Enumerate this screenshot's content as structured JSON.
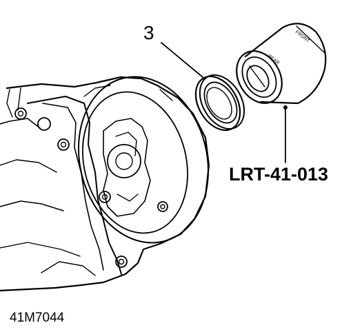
{
  "callouts": {
    "seal_number": "3",
    "tool_number": "LRT-41-013"
  },
  "tool_markings": {
    "front": "FRONT",
    "rear": "REAR"
  },
  "figure_ref": "41M7044",
  "colors": {
    "line": "#000000",
    "background": "#ffffff"
  }
}
